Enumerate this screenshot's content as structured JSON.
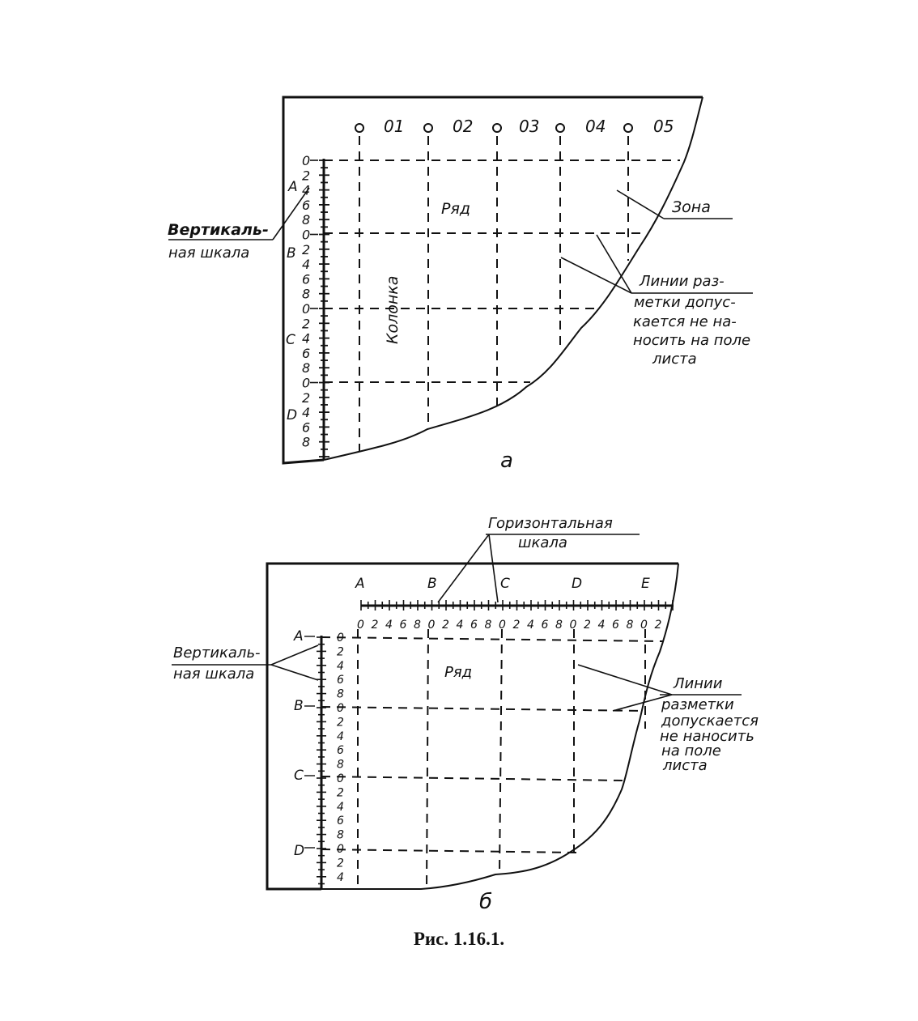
{
  "figure_a": {
    "column_labels": [
      "01",
      "02",
      "03",
      "04",
      "05"
    ],
    "row_letters": [
      "A",
      "B",
      "C",
      "D"
    ],
    "scale_digits": [
      "0",
      "2",
      "4",
      "6",
      "8"
    ],
    "label_row": "Ряд",
    "label_column": "Колонка",
    "label_zone": "Зона",
    "vertical_scale_label": [
      "Вертикаль-",
      "ная шкала"
    ],
    "marking_note": [
      "Линии раз-",
      "метки допус-",
      "кается не на-",
      "носить на поле",
      "листа"
    ],
    "sublabel": "а"
  },
  "figure_b": {
    "column_letters": [
      "A",
      "B",
      "C",
      "D",
      "E"
    ],
    "horizontal_scale_digits": [
      "0",
      "2",
      "4",
      "6",
      "8",
      "0",
      "2",
      "4",
      "6",
      "8",
      "0",
      "2",
      "4",
      "6",
      "8",
      "0",
      "2",
      "4",
      "6",
      "8",
      "0",
      "2"
    ],
    "row_letters": [
      "A",
      "B",
      "C",
      "D"
    ],
    "vertical_scale_digits": [
      "0",
      "2",
      "4",
      "6",
      "8",
      "0",
      "2",
      "4",
      "6",
      "8",
      "0",
      "2",
      "4",
      "6",
      "8",
      "0",
      "2",
      "4"
    ],
    "label_row": "Ряд",
    "horizontal_scale_label": [
      "Горизонтальная",
      "шкала"
    ],
    "vertical_scale_label": [
      "Вертикаль-",
      "ная шкала"
    ],
    "marking_note": [
      "Линии",
      "разметки",
      "допускается",
      "не наносить",
      "на поле",
      "листа"
    ],
    "sublabel": "б"
  },
  "caption": "Рис. 1.16.1."
}
